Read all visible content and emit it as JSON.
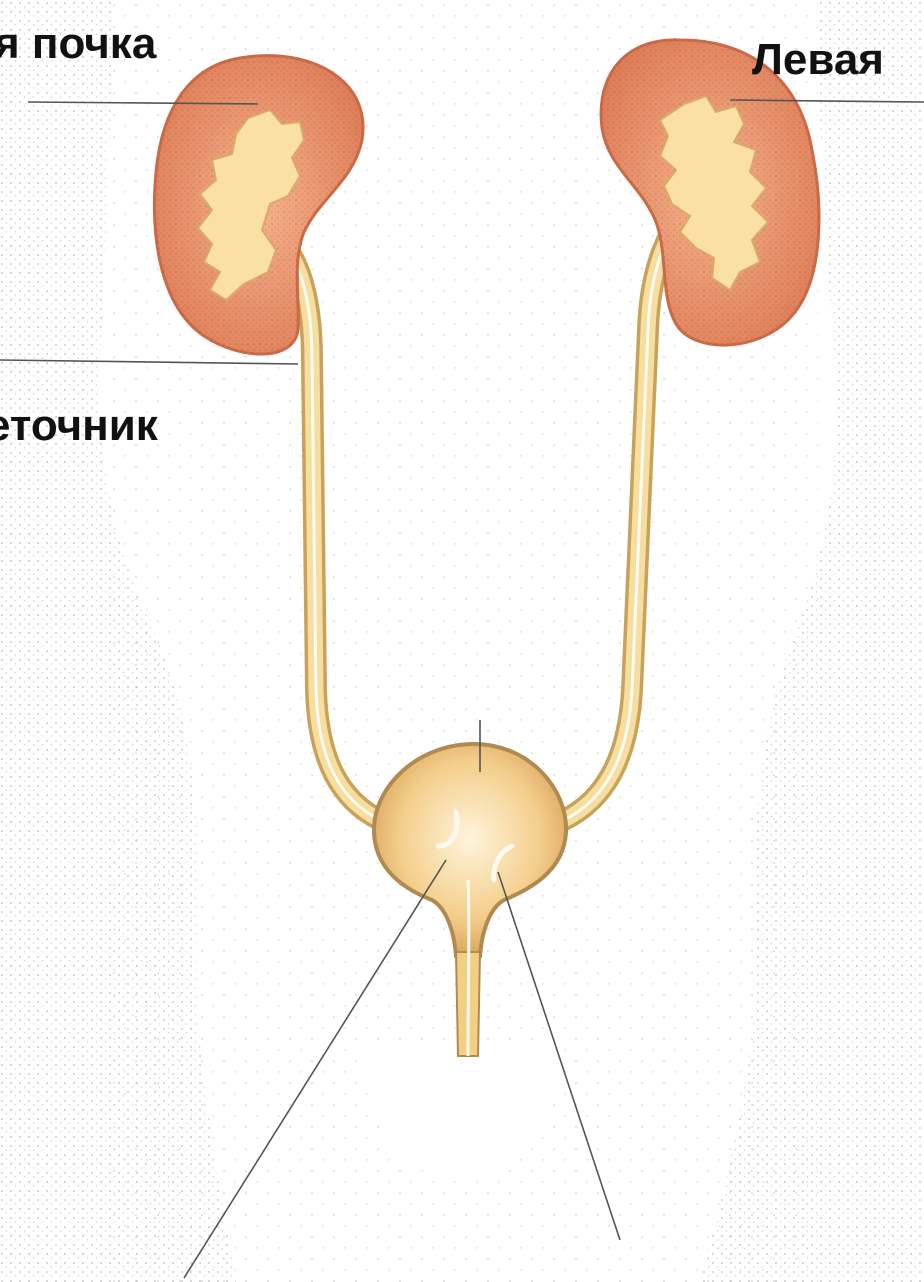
{
  "labels": {
    "right_kidney": "я почка",
    "left_kidney": "Левая",
    "ureter": "еточник"
  },
  "colors": {
    "body_outline_stipple": "#8a8a8a",
    "kidney_fill": "#e99a72",
    "kidney_edge": "#c96a48",
    "pelvis_fill": "#fbe0a6",
    "ureter_fill": "#f3cf86",
    "ureter_edge": "#c9a25a",
    "bladder_fill": "#f2c47c",
    "bladder_edge": "#b08a50",
    "leader_line": "#555555",
    "label_text": "#111111"
  }
}
